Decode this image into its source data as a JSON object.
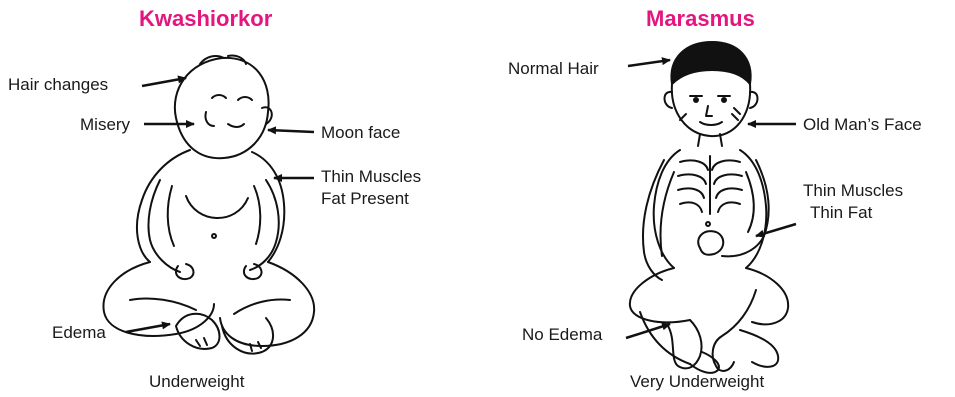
{
  "title_color": "#e4157f",
  "left": {
    "title": "Kwashiorkor",
    "labels": {
      "hair": "Hair changes",
      "misery": "Misery",
      "moon": "Moon face",
      "muscles_1": "Thin Muscles",
      "muscles_2": "Fat Present",
      "edema": "Edema"
    },
    "caption": "Underweight"
  },
  "right": {
    "title": "Marasmus",
    "labels": {
      "hair": "Normal Hair",
      "face": "Old Man’s Face",
      "muscles_1": "Thin Muscles",
      "muscles_2": "Thin Fat",
      "edema": "No Edema"
    },
    "caption": "Very Underweight"
  }
}
